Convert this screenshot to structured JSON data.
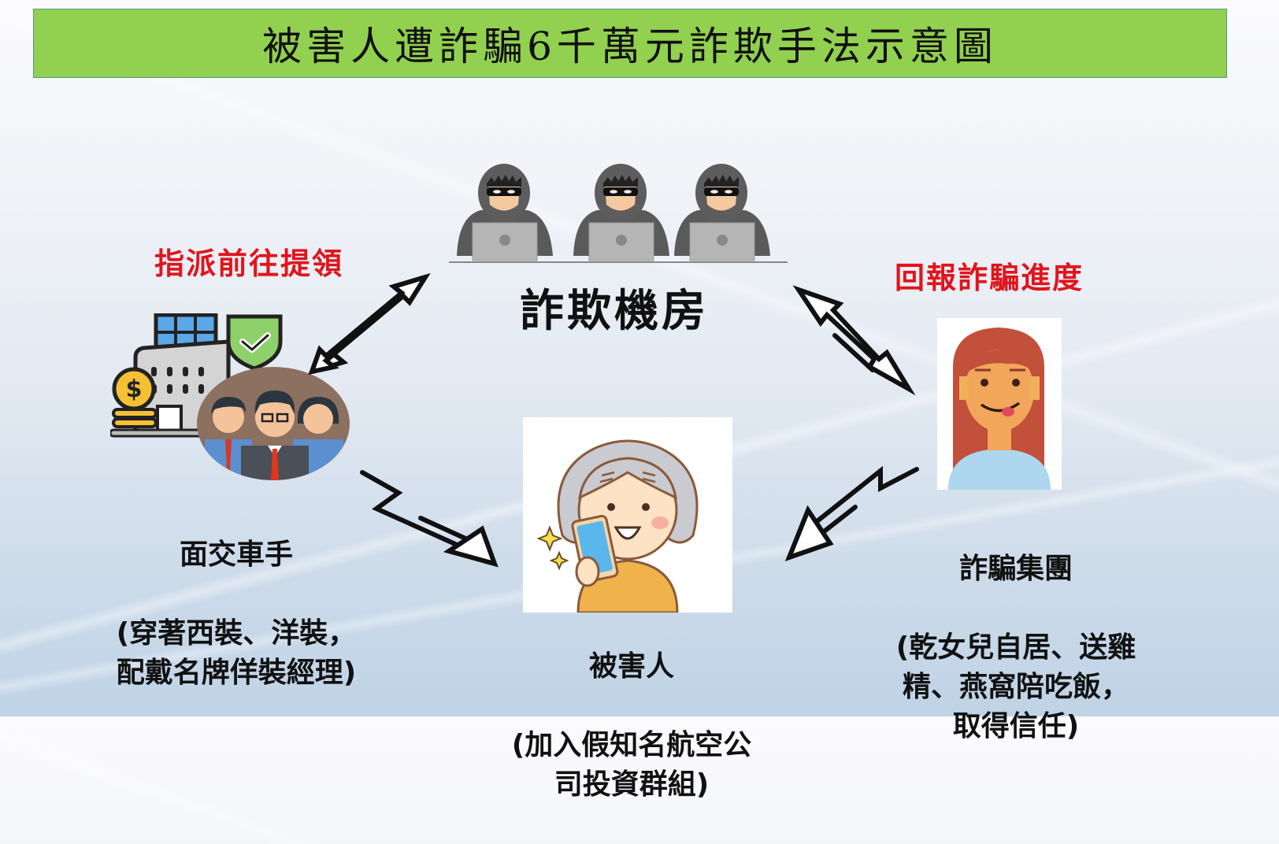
{
  "title": "被害人遭詐騙6千萬元詐欺手法示意圖",
  "colors": {
    "title_bg": "#92d050",
    "label_red": "#e0151c",
    "text": "#111111"
  },
  "nodes": {
    "fraud_center": {
      "label": "詐欺機房",
      "icon": "hooded-hackers-at-laptops-icon"
    },
    "money_courier": {
      "title": "面交車手",
      "description": "(穿著西裝、洋裝，\n配戴名牌佯裝經理)",
      "icon": "business-people-bank-icon"
    },
    "victim": {
      "title": "被害人",
      "description": "(加入假知名航空公\n司投資群組)",
      "icon": "elderly-woman-phone-icon"
    },
    "fraud_group": {
      "title": "詐騙集團",
      "description": "(乾女兒自居、送雞\n精、燕窩陪吃飯，\n取得信任)",
      "icon": "young-woman-avatar-icon"
    }
  },
  "edges": {
    "dispatch_label": "指派前往提領",
    "report_label": "回報詐騙進度"
  }
}
